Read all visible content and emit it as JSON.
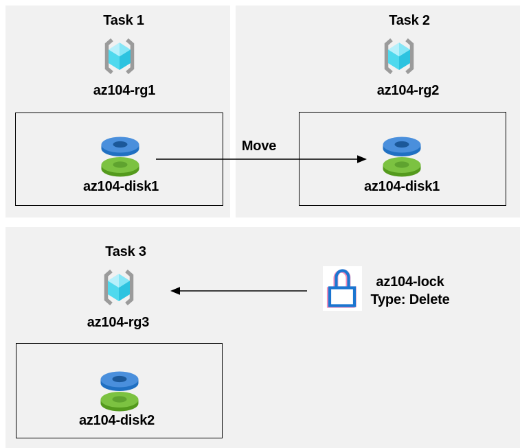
{
  "tasks": [
    {
      "title": "Task 1",
      "resource_group": "az104-rg1",
      "disk": "az104-disk1"
    },
    {
      "title": "Task 2",
      "resource_group": "az104-rg2",
      "disk": "az104-disk1"
    },
    {
      "title": "Task 3",
      "resource_group": "az104-rg3",
      "disk": "az104-disk2"
    }
  ],
  "connectors": {
    "move": {
      "label": "Move",
      "from": "az104-disk1 in az104-rg1",
      "to": "az104-disk1 in az104-rg2"
    },
    "lock": {
      "name": "az104-lock",
      "type": "Type: Delete",
      "to": "az104-rg3"
    }
  },
  "icons": {
    "resource_group": "resource-group-icon",
    "disk": "managed-disk-icon",
    "lock": "lock-icon"
  },
  "colors": {
    "panel_bg": "#f1f1f1",
    "box_border": "#000000",
    "arrow": "#000000",
    "text": "#000000",
    "bracket": "#9b9b9b",
    "cube_top_left": "#b7f0fb",
    "cube_top_right": "#86e6f6",
    "cube_left": "#4fd9ee",
    "cube_right": "#2cc3e0",
    "disk_blue_top": "#4a8fdc",
    "disk_blue_side": "#2070c2",
    "disk_blue_hole": "#1b5899",
    "disk_green_top": "#7cc241",
    "disk_green_side": "#549a1d",
    "disk_green_hole": "#5fa32f",
    "lock_blue": "#1b75d0",
    "lock_pink": "#f07fb0",
    "lock_bg": "#ffffff"
  }
}
